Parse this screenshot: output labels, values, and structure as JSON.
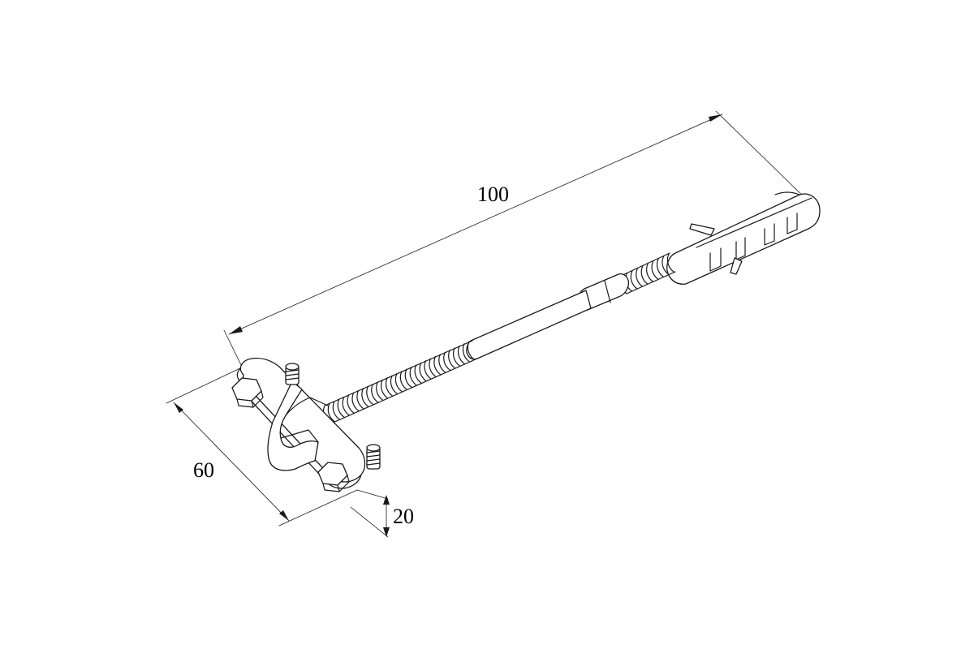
{
  "dimensions": {
    "length": "100",
    "width": "60",
    "height": "20"
  },
  "colors": {
    "line": "#1a1a1a",
    "background": "#ffffff"
  }
}
